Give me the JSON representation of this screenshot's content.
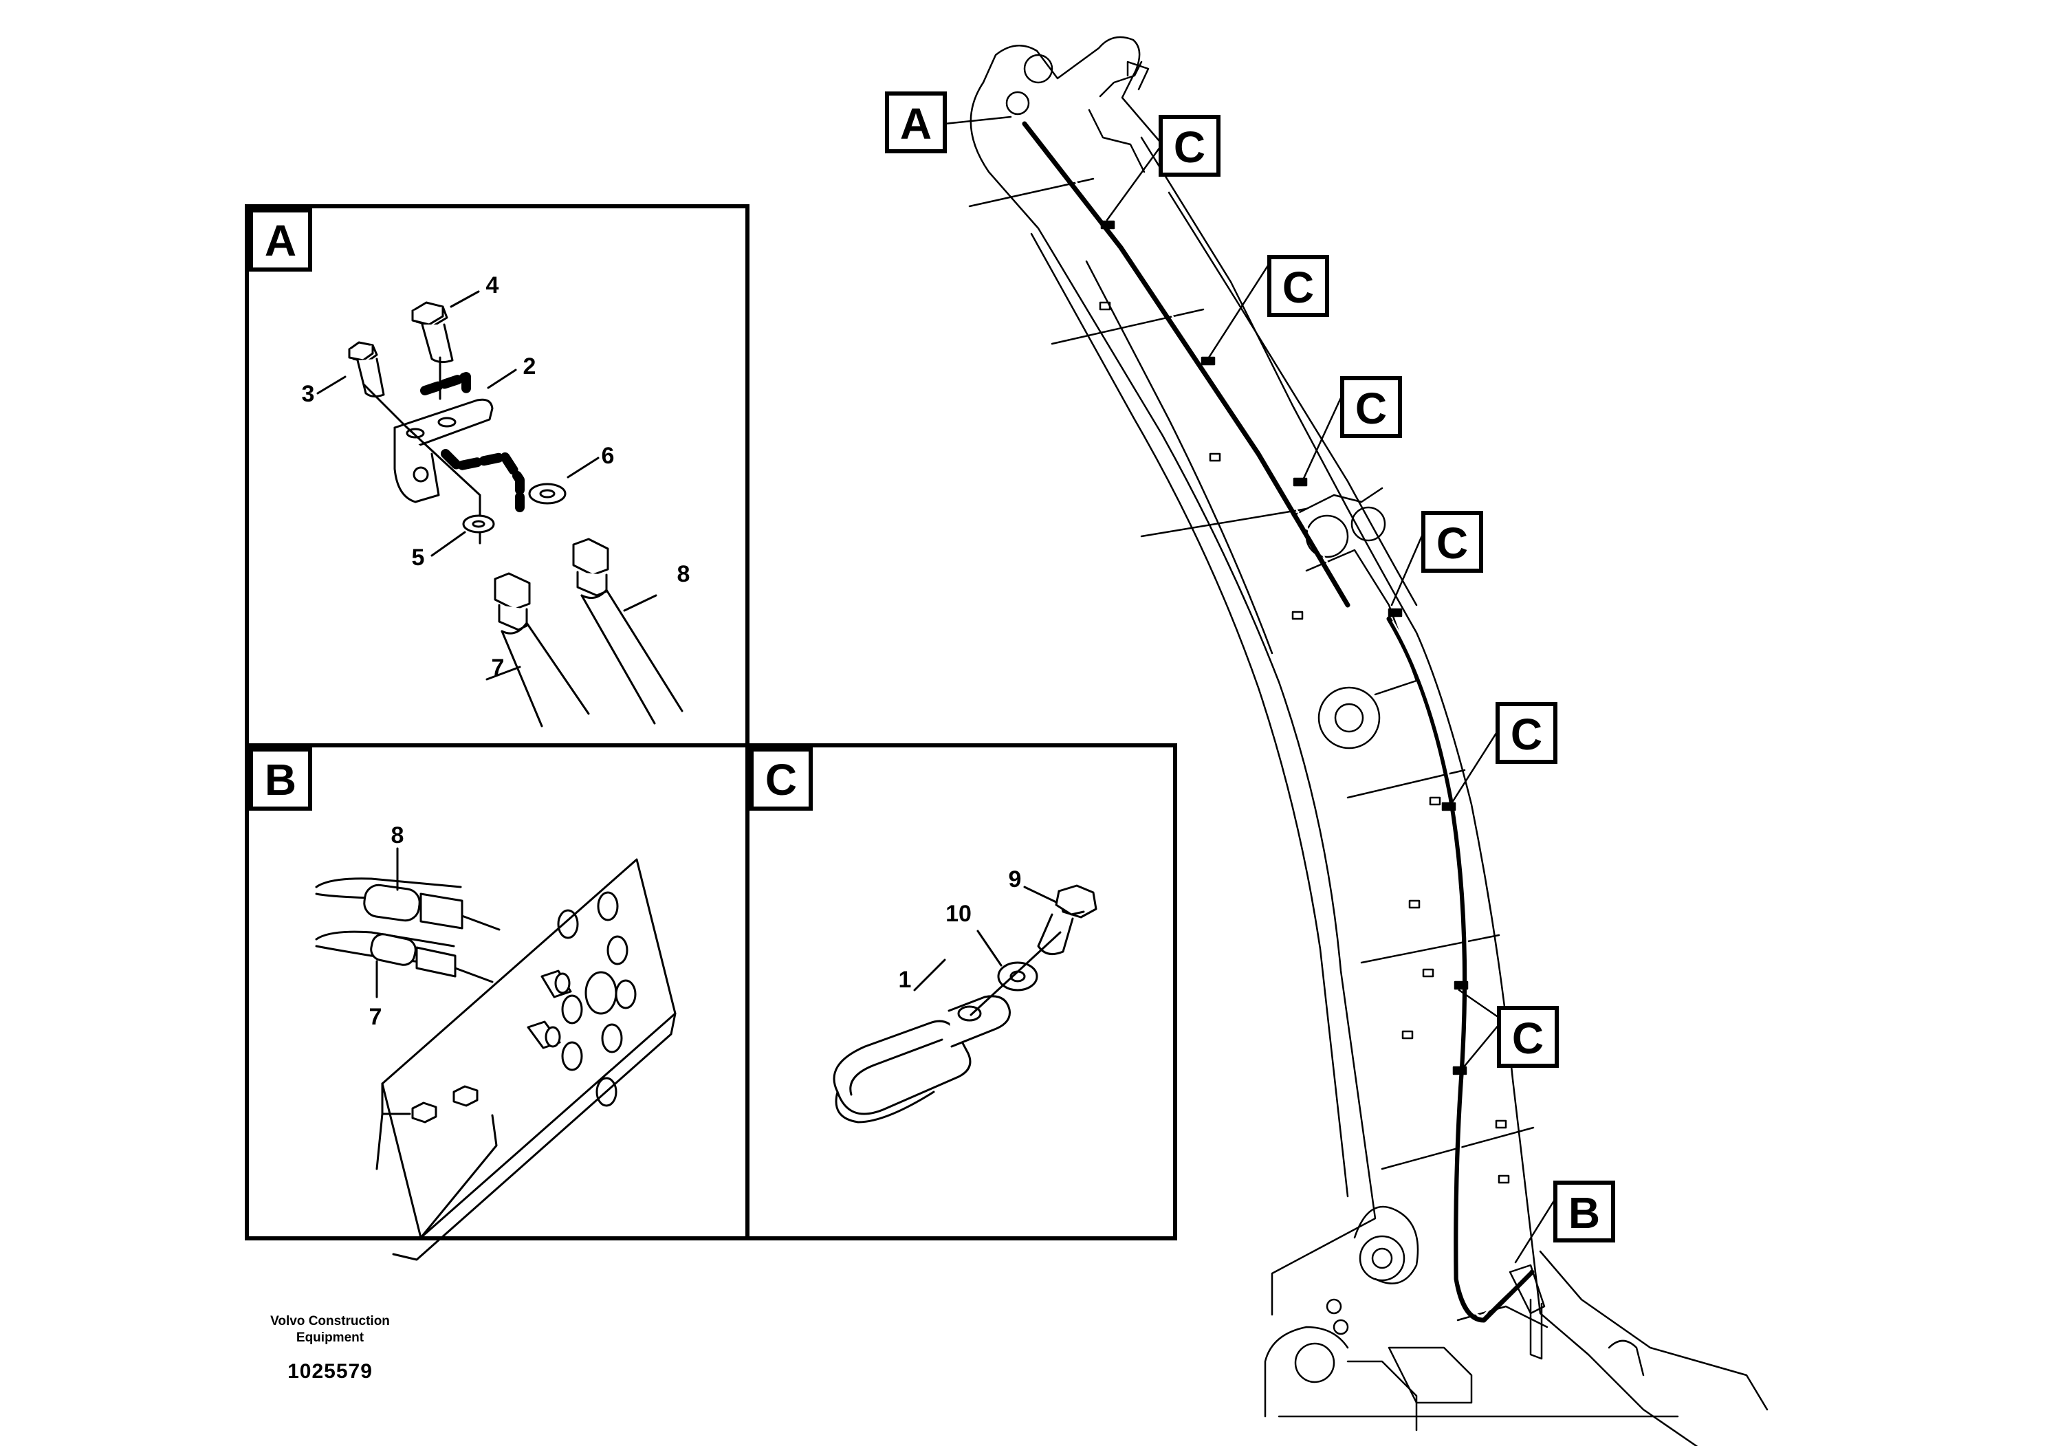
{
  "footer": {
    "brand_line1": "Volvo Construction",
    "brand_line2": "Equipment",
    "drawing_number": "1025579"
  },
  "detail_views": [
    {
      "letter": "A",
      "part_numbers": [
        "2",
        "3",
        "4",
        "5",
        "6",
        "7",
        "8"
      ]
    },
    {
      "letter": "B",
      "part_numbers": [
        "7",
        "8"
      ]
    },
    {
      "letter": "C",
      "part_numbers": [
        "1",
        "9",
        "10"
      ]
    }
  ],
  "labels": {
    "A": "A",
    "B": "B",
    "C": "C",
    "n1": "1",
    "n2": "2",
    "n3": "3",
    "n4": "4",
    "n5": "5",
    "n6": "6",
    "n7": "7",
    "n8": "8",
    "n9": "9",
    "n10": "10"
  },
  "boom_callouts": [
    "A",
    "C",
    "C",
    "C",
    "C",
    "C",
    "C",
    "B"
  ]
}
